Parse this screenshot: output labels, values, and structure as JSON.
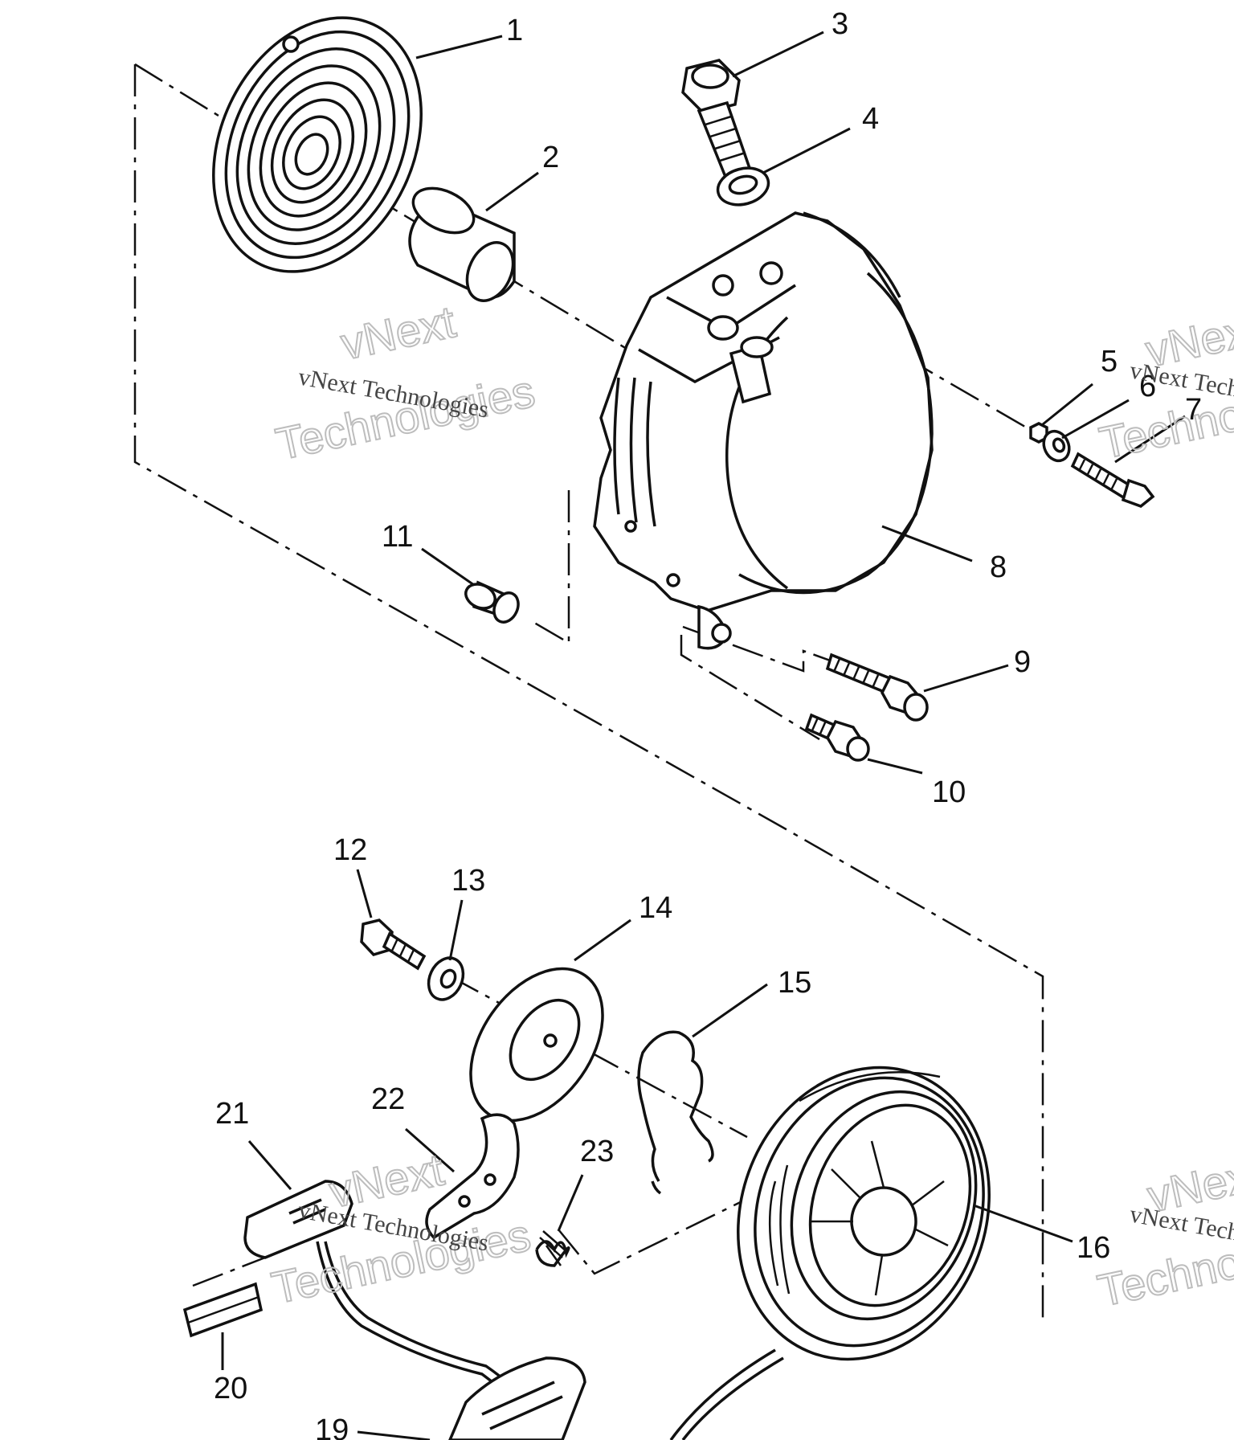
{
  "watermark": {
    "brand": "vNext",
    "word": "Technologies",
    "full": "vNext Technologies"
  },
  "parts": [
    "1",
    "2",
    "3",
    "4",
    "5",
    "6",
    "7",
    "8",
    "9",
    "10",
    "11",
    "12",
    "13",
    "14",
    "15",
    "16",
    "19",
    "20",
    "21",
    "22",
    "23"
  ]
}
